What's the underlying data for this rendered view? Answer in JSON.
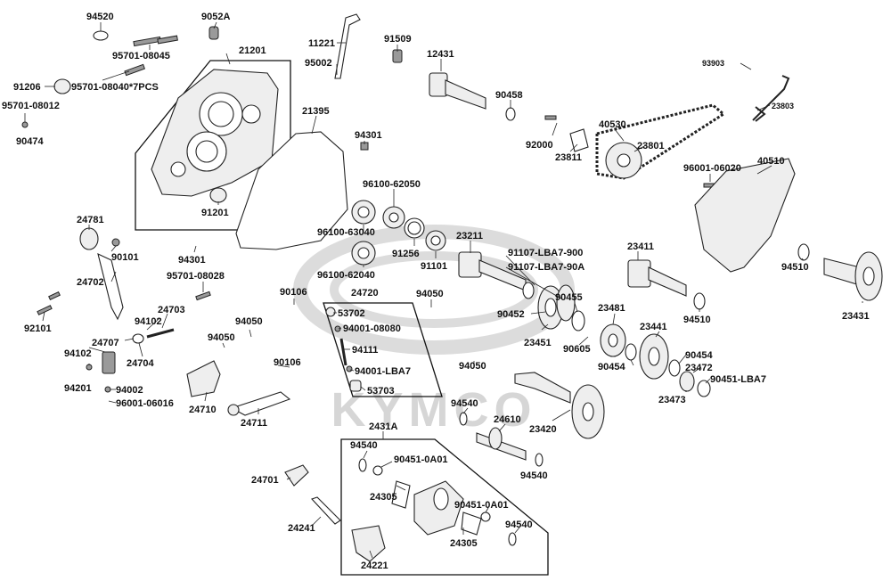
{
  "diagram": {
    "watermark": "KYMCO",
    "labels": [
      "94520",
      "9052A",
      "95701-08045",
      "21201",
      "91206",
      "95701-08040*7PCS",
      "95701-08012",
      "90474",
      "11221",
      "95002",
      "91509",
      "12431",
      "90458",
      "21395",
      "94301",
      "91201",
      "96100-62050",
      "96100-63040",
      "91256",
      "91101",
      "96100-62040",
      "93903",
      "23803",
      "40530",
      "92000",
      "23811",
      "23801",
      "96001-06020",
      "40510",
      "24781",
      "90101",
      "94301",
      "95701-08028",
      "24702",
      "24720",
      "90106",
      "94050",
      "53702",
      "94001-08080",
      "94111",
      "94001-LBA7",
      "53703",
      "23211",
      "91107-LBA7-900",
      "91107-LBA7-90A",
      "90455",
      "23481",
      "90452",
      "23451",
      "90605",
      "23441",
      "90454",
      "90454",
      "23472",
      "90451-LBA7",
      "23473",
      "23411",
      "94510",
      "94510",
      "23431",
      "92101",
      "94102",
      "24703",
      "24707",
      "94102",
      "24704",
      "94201",
      "94002",
      "96001-06016",
      "94050",
      "94050",
      "24710",
      "90106",
      "24711",
      "94050",
      "94540",
      "24610",
      "23420",
      "2431A",
      "94540",
      "90451-0A01",
      "94540",
      "24305",
      "90451-0A01",
      "24305",
      "94540",
      "24701",
      "24241",
      "24221"
    ]
  }
}
